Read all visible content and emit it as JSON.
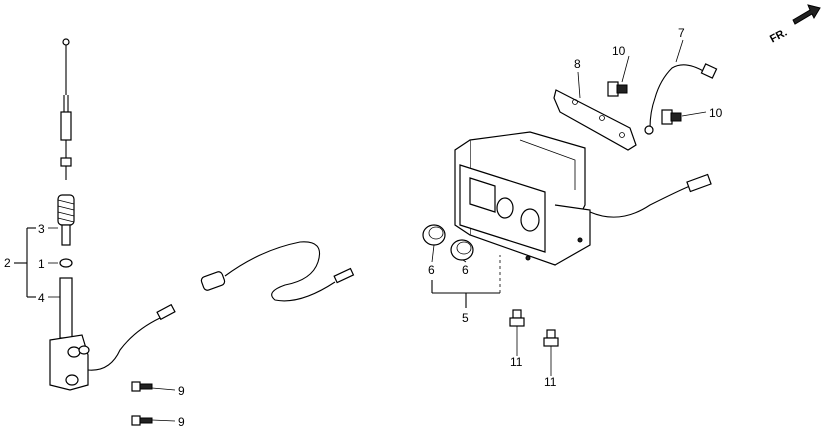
{
  "callouts": {
    "c1": "1",
    "c2": "2",
    "c3": "3",
    "c4": "4",
    "c5": "5",
    "c6a": "6",
    "c6b": "6",
    "c7": "7",
    "c8": "8",
    "c9a": "9",
    "c9b": "9",
    "c10a": "10",
    "c10b": "10",
    "c11a": "11",
    "c11b": "11"
  },
  "direction_marker": {
    "label": "FR."
  }
}
